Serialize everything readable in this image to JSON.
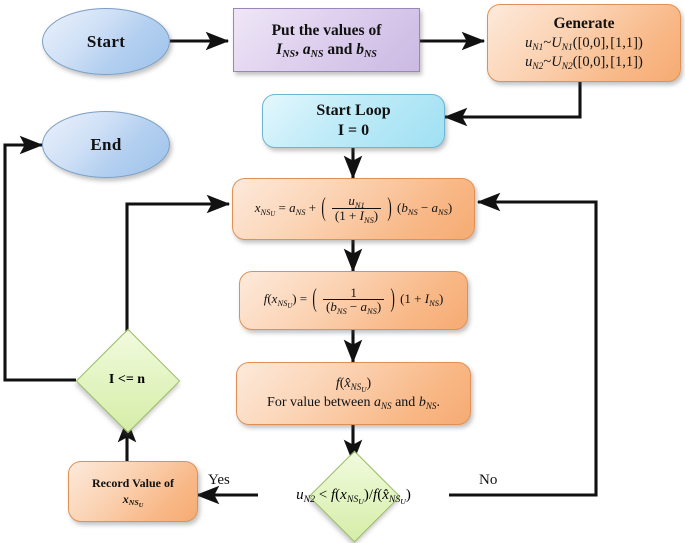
{
  "diagram": {
    "title": "Acceptance-rejection sampling flowchart",
    "colors": {
      "terminator_blue": "#b4d0f0",
      "process_purple": "#cbb9e3",
      "process_orange": "#f8b887",
      "loop_cyan": "#9fe0f3",
      "decision_green": "#d6eda8",
      "edge_black": "#111111"
    },
    "nodes": [
      {
        "id": "start",
        "shape": "ellipse",
        "label": "Start"
      },
      {
        "id": "end",
        "shape": "ellipse",
        "label": "End"
      },
      {
        "id": "put-values",
        "shape": "process-purple",
        "line1": "Put the values of",
        "line2_terms": [
          "I",
          "NS",
          "a",
          "NS",
          "and",
          "b",
          "NS"
        ],
        "text": "Put the values of I_NS, a_NS and b_NS"
      },
      {
        "id": "generate",
        "shape": "process-orange",
        "title": "Generate",
        "line1": "u_N1 ~ U_N1([0,0], [1,1])",
        "line2": "u_N2 ~ U_N2([0,0], [1,1])",
        "range_lower": "[0,0]",
        "range_upper": "[1,1]"
      },
      {
        "id": "start-loop",
        "shape": "process-cyan",
        "line1": "Start Loop",
        "line2": "I = 0"
      },
      {
        "id": "formula-x",
        "shape": "process-orange",
        "text": "x_NS_U = a_NS + ( u_N1 / (1 + I_NS) ) ( b_NS - a_NS )"
      },
      {
        "id": "formula-f",
        "shape": "process-orange",
        "text": "f(x_NS_U) = ( 1 / (b_NS - a_NS) ) (1 + I_NS)"
      },
      {
        "id": "formula-fhat",
        "shape": "process-orange",
        "line1": "f(x̂_NS_U)",
        "line2": "For value between a_NS and b_NS."
      },
      {
        "id": "record",
        "shape": "process-orange",
        "line1": "Record Value of",
        "line2": "x_NS_U"
      },
      {
        "id": "decision-loop",
        "shape": "decision",
        "label": "I <= n"
      },
      {
        "id": "decision-accept",
        "shape": "decision",
        "label": "u_N2 < f(x_NS_U) / f(x̂_NS_U)"
      }
    ],
    "edge_labels": {
      "yes": "Yes",
      "no": "No"
    }
  }
}
